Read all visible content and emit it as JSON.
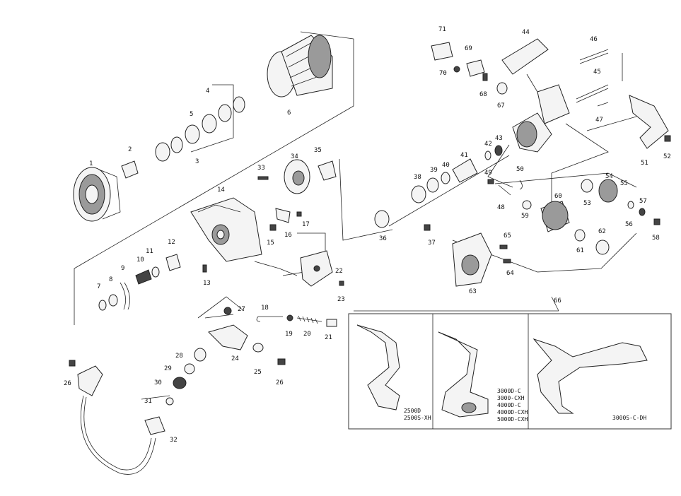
{
  "part_labels": [
    "1",
    "2",
    "3",
    "4",
    "5",
    "6",
    "7",
    "8",
    "9",
    "10",
    "11",
    "12",
    "13",
    "14",
    "15",
    "16",
    "17",
    "18",
    "19",
    "20",
    "21",
    "22",
    "23",
    "24",
    "25",
    "26",
    "26",
    "27",
    "28",
    "29",
    "30",
    "31",
    "32",
    "33",
    "34",
    "35",
    "36",
    "37",
    "38",
    "39",
    "40",
    "41",
    "42",
    "43",
    "44",
    "45",
    "46",
    "47",
    "48",
    "49",
    "50",
    "51",
    "52",
    "53",
    "54",
    "55",
    "56",
    "57",
    "58",
    "59",
    "60",
    "61",
    "62",
    "63",
    "64",
    "65",
    "66",
    "67",
    "68",
    "69",
    "70",
    "71"
  ],
  "handle_variants": [
    {
      "lines": [
        "2500D",
        "2500S-XH"
      ]
    },
    {
      "lines": [
        "3000D-C",
        "3000-CXH",
        "4000D-C",
        "4000D-CXH",
        "5000D-CXH"
      ]
    },
    {
      "lines": [
        "3000S-C-DH"
      ]
    }
  ]
}
